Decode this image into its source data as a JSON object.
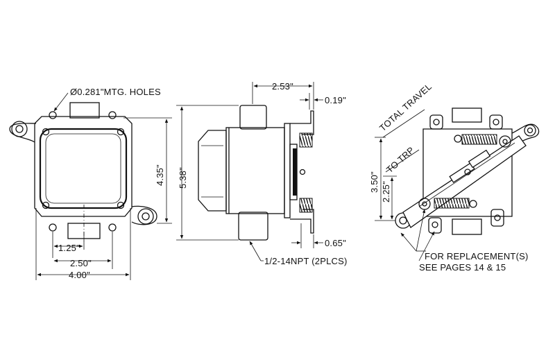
{
  "front_view": {
    "mounting_holes_label": "Ø0.281\"MTG. HOLES",
    "dim_height": "4.35\"",
    "dim_offset": "1.25\"",
    "dim_hole_spacing": "2.50\"",
    "dim_width": "4.00\""
  },
  "side_view": {
    "dim_depth": "2.53\"",
    "dim_top_offset": "0.19\"",
    "dim_overall_height": "5.38\"",
    "dim_bottom_offset": "0.65\"",
    "conduit_label": "1/2-14NPT (2PLCS)"
  },
  "internal_view": {
    "total_travel_label": "TOTAL TRAVEL",
    "to_trip_label": "TO TRP",
    "dim_total_travel": "3.50\"",
    "dim_to_trip": "2.25\"",
    "replacement_line1": "FOR REPLACEMENT(S)",
    "replacement_line2": "SEE PAGES 14 & 15"
  }
}
